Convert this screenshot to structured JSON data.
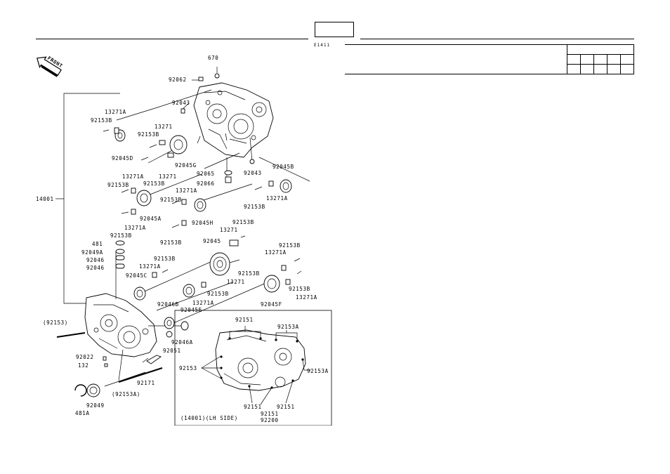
{
  "page": {
    "section_code": "E1411"
  },
  "diagram": {
    "direction_label": "FRONT",
    "inset_caption": "(14001)(LH SIDE)",
    "part_labels": [
      "670",
      "92062",
      "92043",
      "13271A",
      "92153B",
      "92045D",
      "92153B",
      "13271",
      "92045G",
      "13271",
      "92153B",
      "13271A",
      "92153B",
      "92045A",
      "13271A",
      "92153B",
      "13271A",
      "92153B",
      "92045H",
      "92065",
      "92066",
      "92043",
      "92045B",
      "13271A",
      "92153B",
      "14001",
      "481",
      "92049A",
      "92046",
      "92046",
      "92045C",
      "92153B",
      "13271A",
      "92045",
      "92153B",
      "92045E",
      "13271A",
      "92153B",
      "13271",
      "92153B",
      "92153B",
      "13271A",
      "92153B",
      "13271A",
      "92045F",
      "13271",
      "92153B",
      "92046B",
      "92046A",
      "92051",
      "(92153)",
      "92022",
      "132",
      "92171",
      "(92153A)",
      "92049",
      "481A",
      "92151",
      "92153A",
      "92153",
      "92153A",
      "92151",
      "92151",
      "92151",
      "92200"
    ]
  }
}
